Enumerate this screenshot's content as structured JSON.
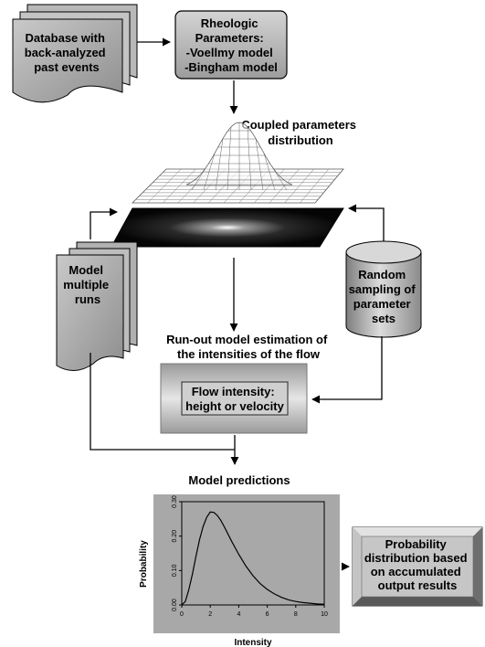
{
  "nodes": {
    "database": {
      "lines": [
        "Database with",
        "back-analyzed",
        "past events"
      ]
    },
    "rheologic": {
      "lines": [
        "Rheologic",
        "Parameters:",
        "-Voellmy model",
        "-Bingham model"
      ]
    },
    "coupled": {
      "lines": [
        "Coupled parameters",
        "distribution"
      ]
    },
    "model_runs": {
      "lines": [
        "Model",
        "multiple",
        "runs"
      ]
    },
    "random": {
      "lines": [
        "Random",
        "sampling of",
        "parameter",
        "sets"
      ]
    },
    "runout": {
      "lines": [
        "Run-out model estimation of",
        "the intensities of the flow"
      ]
    },
    "flow": {
      "lines": [
        "Flow intensity:",
        "height or velocity"
      ]
    },
    "predictions": {
      "lines": [
        "Model predictions"
      ]
    },
    "probability": {
      "lines": [
        "Probability",
        "distribution based",
        "on accumulated",
        "output results"
      ]
    }
  },
  "chart_data": {
    "type": "line",
    "title": "",
    "xlabel": "Intensity",
    "ylabel": "Probability",
    "xlim": [
      0,
      10
    ],
    "ylim": [
      0,
      0.3
    ],
    "x_ticks": [
      "0",
      "2",
      "4",
      "6",
      "8",
      "10"
    ],
    "y_ticks": [
      "0.00",
      "0.10",
      "0.20",
      "0.30"
    ],
    "series": [
      {
        "x": [
          0,
          0.25,
          0.5,
          0.75,
          1,
          1.25,
          1.5,
          1.75,
          2,
          2.25,
          2.5,
          2.75,
          3,
          3.5,
          4,
          4.5,
          5,
          5.5,
          6,
          6.5,
          7,
          7.5,
          8,
          8.5,
          9,
          9.5,
          10
        ],
        "y": [
          0.0,
          0.01,
          0.045,
          0.09,
          0.142,
          0.19,
          0.228,
          0.255,
          0.27,
          0.269,
          0.26,
          0.245,
          0.226,
          0.185,
          0.147,
          0.113,
          0.085,
          0.062,
          0.045,
          0.032,
          0.022,
          0.015,
          0.01,
          0.007,
          0.005,
          0.003,
          0.002
        ]
      }
    ]
  }
}
